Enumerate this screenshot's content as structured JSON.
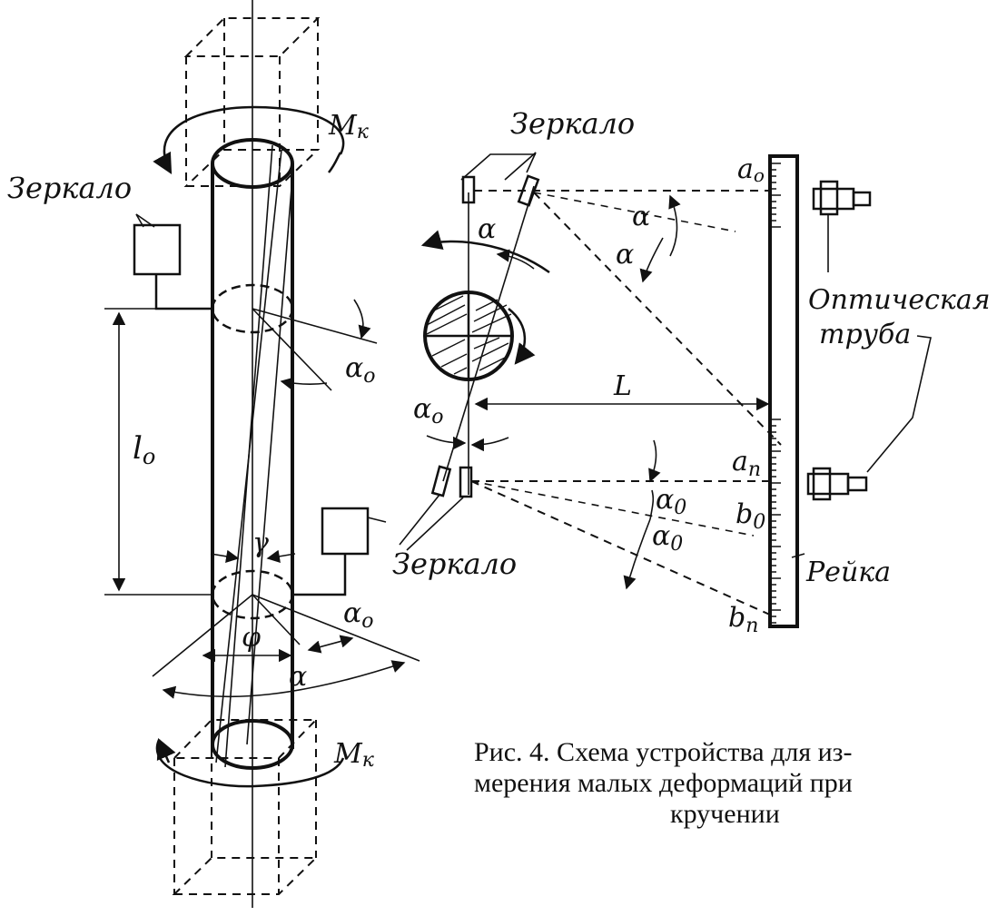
{
  "colors": {
    "ink": "#111111",
    "paper": "#ffffff"
  },
  "labels": {
    "mirror_top_right": "Зеркало",
    "mirror_left": "Зеркало",
    "mirror_bottom": "Зеркало",
    "mk_top": "M",
    "mk_top_sub": "к",
    "mk_bottom": "M",
    "mk_bottom_sub": "к",
    "l0": "l",
    "l0_sub": "o",
    "alpha0_top_left": "α",
    "alpha0_top_left_sub": "o",
    "gamma": "γ",
    "phi": "φ",
    "alpha0_bottom_left": "α",
    "alpha0_bottom_left_sub": "o",
    "alpha_bottom_left": "α",
    "alpha_center": "α",
    "alpha0_center": "α",
    "alpha0_center_sub": "o",
    "alpha_r1": "α",
    "alpha_r2": "α",
    "alpha0_r1": "α",
    "alpha0_r1_sub": "0",
    "alpha0_r2": "α",
    "alpha0_r2_sub": "0",
    "L": "L",
    "a0": "a",
    "a0_sub": "o",
    "an": "a",
    "an_sub": "n",
    "b0": "b",
    "b0_sub": "0",
    "bn": "b",
    "bn_sub": "n",
    "optical_tube_1": "Оптическая",
    "optical_tube_2": "труба",
    "rail": "Рейка"
  },
  "caption": {
    "line1": "Рис. 4. Схема устройства для из-",
    "line2": "мерения  малых деформаций при",
    "line3": "кручении"
  }
}
